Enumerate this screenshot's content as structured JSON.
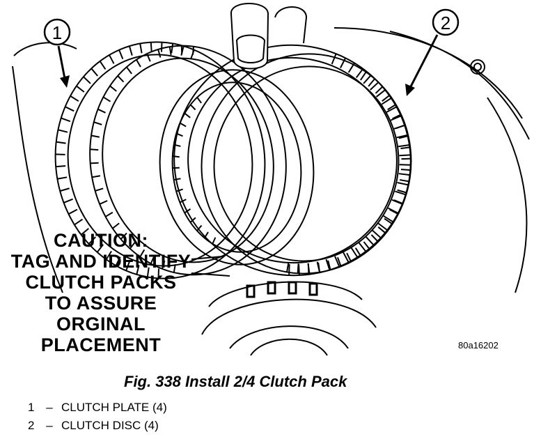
{
  "figure": {
    "callouts": [
      {
        "number": "1"
      },
      {
        "number": "2"
      }
    ],
    "caution_lines": [
      "CAUTION:",
      "TAG AND IDENTIFY",
      "CLUTCH PACKS",
      "TO ASSURE",
      "ORGINAL",
      "PLACEMENT"
    ],
    "image_code": "80a16202"
  },
  "caption": "Fig. 338 Install 2/4 Clutch Pack",
  "legend": [
    {
      "number": "1",
      "dash": "–",
      "label": "CLUTCH PLATE (4)"
    },
    {
      "number": "2",
      "dash": "–",
      "label": "CLUTCH DISC (4)"
    }
  ]
}
